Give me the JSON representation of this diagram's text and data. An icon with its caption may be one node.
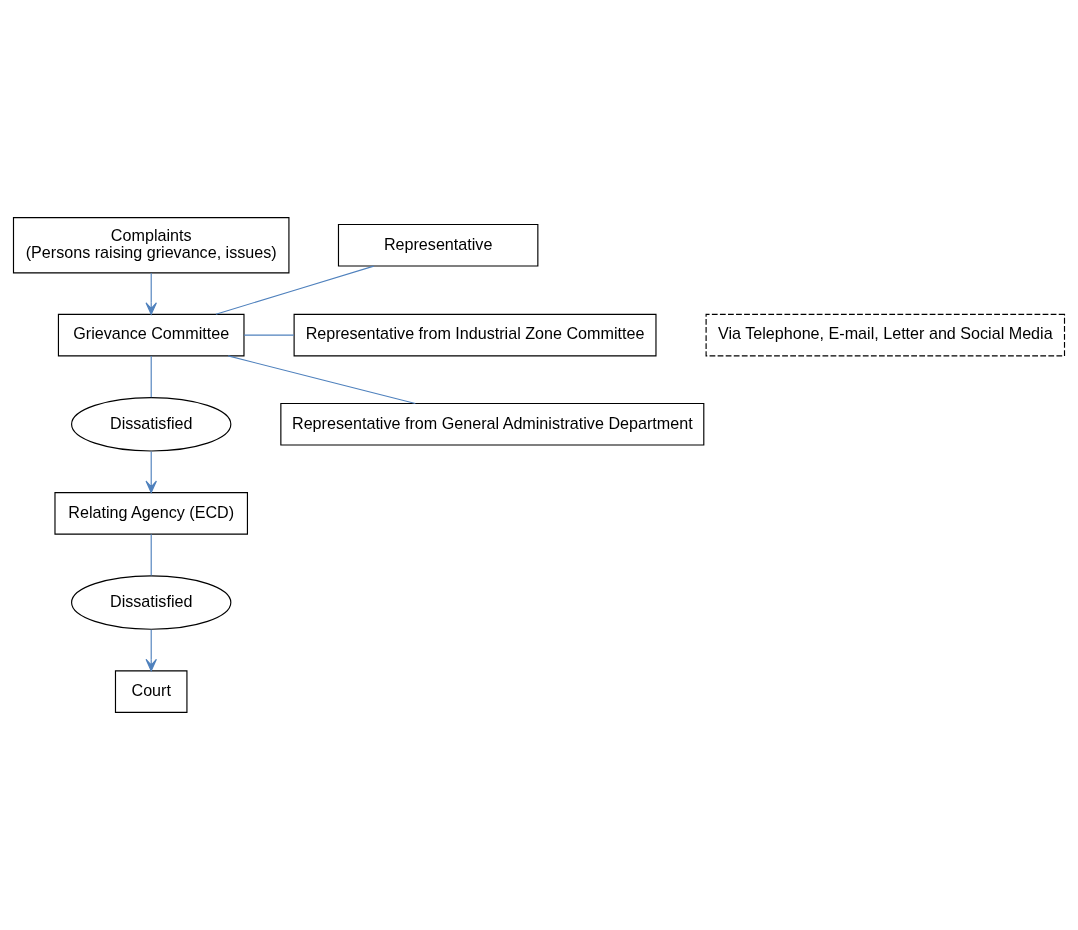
{
  "diagram": {
    "nodes": [
      {
        "text": [
          "Complaints",
          "(Persons raising grievance, issues)"
        ]
      },
      {
        "text": [
          "Via Telephone, E-mail, Letter and Social Media"
        ]
      },
      {
        "text": [
          "Representative"
        ]
      },
      {
        "text": [
          "Grievance Committee"
        ]
      },
      {
        "text": [
          "Representative from Industrial Zone Committee"
        ]
      },
      {
        "text": [
          "Dissatisfied"
        ]
      },
      {
        "text": [
          "Representative from General Administrative Department"
        ]
      },
      {
        "text": [
          "Relating Agency (ECD)"
        ]
      },
      {
        "text": [
          "Dissatisfied"
        ]
      },
      {
        "text": [
          "Court"
        ]
      }
    ],
    "edges": [
      {
        "from": 0,
        "to": 3,
        "arrow": "to"
      },
      {
        "from": 3,
        "to": 2,
        "arrow": "none"
      },
      {
        "from": 3,
        "to": 4,
        "arrow": "none"
      },
      {
        "from": 3,
        "to": 6,
        "arrow": "none"
      },
      {
        "from": 3,
        "to": 5,
        "arrow": "none"
      },
      {
        "from": 5,
        "to": 7,
        "arrow": "to"
      },
      {
        "from": 7,
        "to": 8,
        "arrow": "none"
      },
      {
        "from": 8,
        "to": 9,
        "arrow": "to"
      }
    ]
  }
}
